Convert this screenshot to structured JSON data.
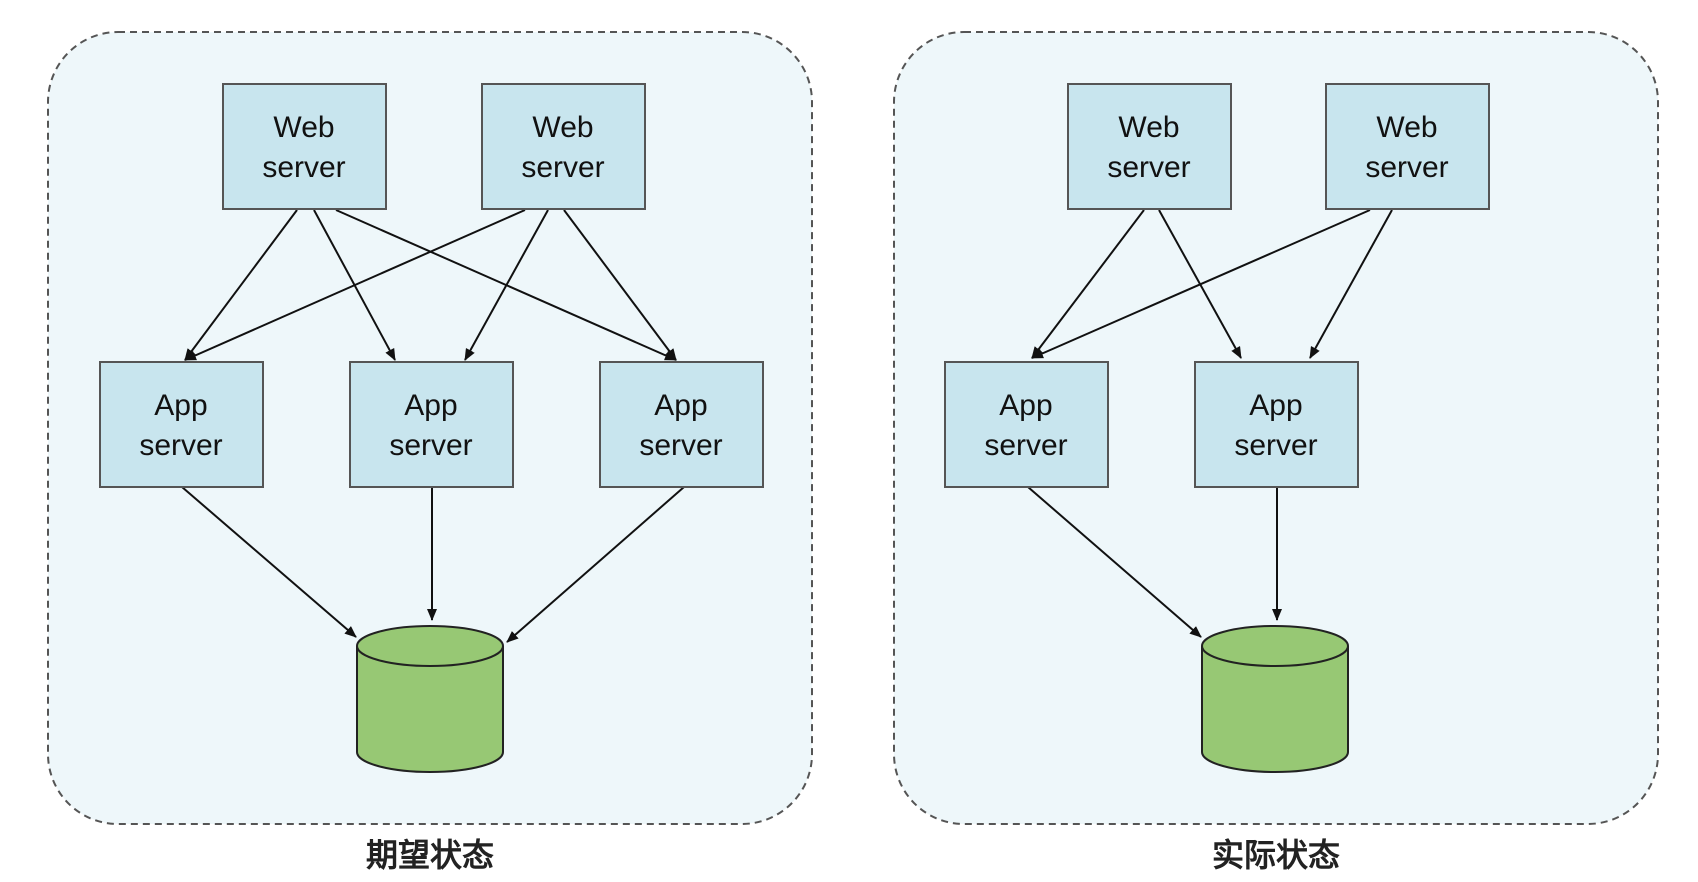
{
  "panels": [
    {
      "caption": "期望状态",
      "web_servers": [
        {
          "line1": "Web",
          "line2": "server"
        },
        {
          "line1": "Web",
          "line2": "server"
        }
      ],
      "app_servers": [
        {
          "line1": "App",
          "line2": "server"
        },
        {
          "line1": "App",
          "line2": "server"
        },
        {
          "line1": "App",
          "line2": "server"
        }
      ],
      "database": {
        "label": ""
      },
      "connections": [
        {
          "from": "web-1",
          "to": "app-1"
        },
        {
          "from": "web-1",
          "to": "app-2"
        },
        {
          "from": "web-1",
          "to": "app-3"
        },
        {
          "from": "web-2",
          "to": "app-1"
        },
        {
          "from": "web-2",
          "to": "app-2"
        },
        {
          "from": "web-2",
          "to": "app-3"
        },
        {
          "from": "app-1",
          "to": "database"
        },
        {
          "from": "app-2",
          "to": "database"
        },
        {
          "from": "app-3",
          "to": "database"
        }
      ]
    },
    {
      "caption": "实际状态",
      "web_servers": [
        {
          "line1": "Web",
          "line2": "server"
        },
        {
          "line1": "Web",
          "line2": "server"
        }
      ],
      "app_servers": [
        {
          "line1": "App",
          "line2": "server"
        },
        {
          "line1": "App",
          "line2": "server"
        }
      ],
      "database": {
        "label": ""
      },
      "connections": [
        {
          "from": "web-1",
          "to": "app-1"
        },
        {
          "from": "web-1",
          "to": "app-2"
        },
        {
          "from": "web-2",
          "to": "app-1"
        },
        {
          "from": "web-2",
          "to": "app-2"
        },
        {
          "from": "app-1",
          "to": "database"
        },
        {
          "from": "app-2",
          "to": "database"
        }
      ]
    }
  ],
  "colors": {
    "panel_fill": "#eef7fa",
    "panel_border": "#555555",
    "server_fill": "#c8e5ee",
    "server_border": "#555555",
    "database_fill": "#97c874",
    "database_border": "#222222",
    "arrow": "#111111"
  }
}
